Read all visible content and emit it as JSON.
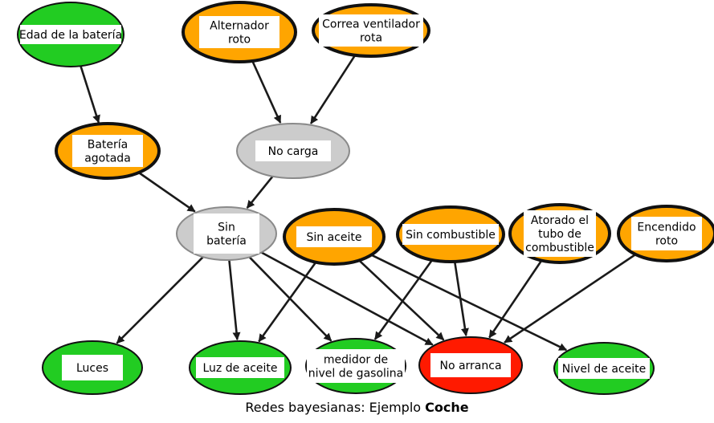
{
  "colors": {
    "evidence": "#22cc22",
    "hypothesis": "#ffa500",
    "hidden": "#cccccc",
    "query": "#ff1a00",
    "edge": "#1a1a1a"
  },
  "nodes": [
    {
      "id": "edad",
      "lines": [
        "Edad de la batería"
      ],
      "status": "evidence"
    },
    {
      "id": "alternador",
      "lines": [
        "Alternador",
        "roto"
      ],
      "status": "hypothesis"
    },
    {
      "id": "correa",
      "lines": [
        "Correa ventilador",
        "rota"
      ],
      "status": "hypothesis"
    },
    {
      "id": "bateria_agotada",
      "lines": [
        "Batería",
        "agotada"
      ],
      "status": "hypothesis"
    },
    {
      "id": "no_carga",
      "lines": [
        "No carga"
      ],
      "status": "hidden"
    },
    {
      "id": "sin_bateria",
      "lines": [
        "Sin",
        "batería"
      ],
      "status": "hidden"
    },
    {
      "id": "sin_aceite",
      "lines": [
        "Sin aceite"
      ],
      "status": "hypothesis"
    },
    {
      "id": "sin_combustible",
      "lines": [
        "Sin combustible"
      ],
      "status": "hypothesis"
    },
    {
      "id": "atorado",
      "lines": [
        "Atorado el",
        "tubo de",
        "combustible"
      ],
      "status": "hypothesis"
    },
    {
      "id": "encendido",
      "lines": [
        "Encendido",
        "roto"
      ],
      "status": "hypothesis"
    },
    {
      "id": "luces",
      "lines": [
        "Luces"
      ],
      "status": "evidence"
    },
    {
      "id": "luz_aceite",
      "lines": [
        "Luz de aceite"
      ],
      "status": "evidence"
    },
    {
      "id": "medidor",
      "lines": [
        "medidor de",
        "nivel de gasolina"
      ],
      "status": "evidence"
    },
    {
      "id": "no_arranca",
      "lines": [
        "No arranca"
      ],
      "status": "query"
    },
    {
      "id": "nivel_aceite",
      "lines": [
        "Nivel de aceite"
      ],
      "status": "evidence"
    }
  ],
  "edges": [
    [
      "edad",
      "bateria_agotada"
    ],
    [
      "alternador",
      "no_carga"
    ],
    [
      "correa",
      "no_carga"
    ],
    [
      "bateria_agotada",
      "sin_bateria"
    ],
    [
      "no_carga",
      "sin_bateria"
    ],
    [
      "sin_bateria",
      "luces"
    ],
    [
      "sin_bateria",
      "luz_aceite"
    ],
    [
      "sin_bateria",
      "medidor"
    ],
    [
      "sin_bateria",
      "no_arranca"
    ],
    [
      "sin_aceite",
      "luz_aceite"
    ],
    [
      "sin_aceite",
      "no_arranca"
    ],
    [
      "sin_aceite",
      "nivel_aceite"
    ],
    [
      "sin_combustible",
      "medidor"
    ],
    [
      "sin_combustible",
      "no_arranca"
    ],
    [
      "atorado",
      "no_arranca"
    ],
    [
      "encendido",
      "no_arranca"
    ]
  ],
  "caption": {
    "prefix": "Redes bayesianas: Ejemplo ",
    "bold": "Coche"
  }
}
